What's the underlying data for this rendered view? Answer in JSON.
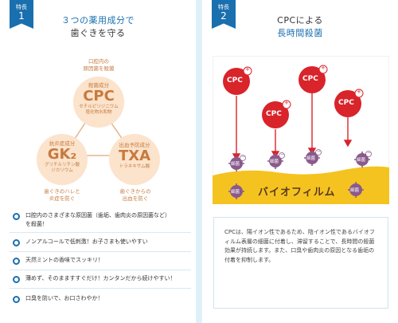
{
  "colors": {
    "accent": "#1a6fae",
    "peach": "#fbe3cc",
    "brown": "#c77a3e",
    "cpc_red": "#d8242a",
    "film_yellow": "#f5c320",
    "germ_purple": "#8a5a8c"
  },
  "left": {
    "badge": {
      "label": "特長",
      "number": "1"
    },
    "title_line1": "３つの薬用成分で",
    "title_line2": "歯ぐきを守る",
    "top_note": "口腔内の\n原因菌を殺菌",
    "cpc": {
      "small": "殺菌成分",
      "big": "CPC",
      "note": "セチルピリジニウム\n塩化物水和物"
    },
    "gk2": {
      "small": "抗炎症成分",
      "big": "GK₂",
      "note": "グリチルリチン酸\nジカリウム"
    },
    "txa": {
      "small": "出血予防成分",
      "big": "TXA",
      "note": "トラネキサム酸"
    },
    "note_left": "歯ぐきのハレと\n炎症を防ぐ",
    "note_right": "歯ぐきからの\n出血を防ぐ",
    "features": [
      "口腔内のさまざまな原因菌（歯垢、歯肉炎の原因菌など）\nを殺菌！",
      "ノンアルコールで低刺激！お子さまも使いやすい",
      "天然ミントの香味でスッキリ！",
      "薄めず、そのまますすぐだけ！カンタンだから続けやすい！",
      "口臭を防いで、お口さわやか！"
    ]
  },
  "right": {
    "badge": {
      "label": "特長",
      "number": "2"
    },
    "title_line1": "CPCによる",
    "title_line2": "長時間殺菌",
    "cpc_label": "CPC",
    "plus_symbol": "+",
    "minus_symbol": "−",
    "germ_label": "細菌",
    "film_label": "バイオフィルム",
    "description": "CPCは、陽イオン性であるため、陰イオン性であるバイオフィルム表層の細菌に付着し、滞留することで、長時間の殺菌効果が持続します。また、口臭や歯肉炎の原因となる歯垢の付着を抑制します。"
  }
}
